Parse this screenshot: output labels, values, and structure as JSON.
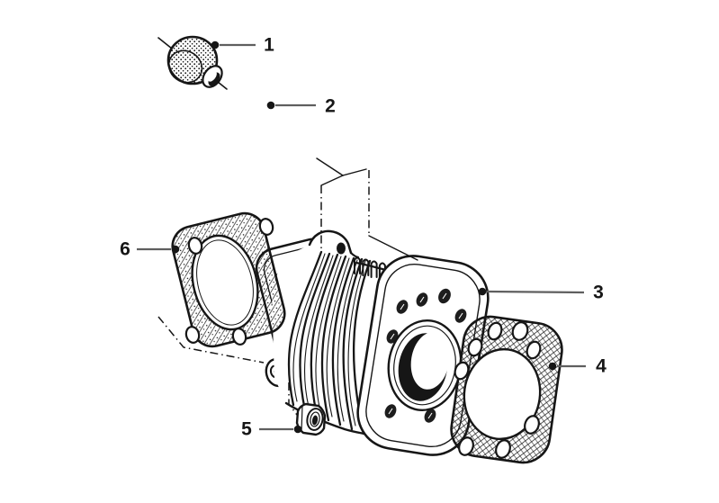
{
  "diagram": {
    "background_color": "#ffffff",
    "ink_color": "#161616",
    "leader_line_color": "#5f5f5f",
    "parts": [
      {
        "number": "1"
      },
      {
        "number": "2"
      },
      {
        "number": "3"
      },
      {
        "number": "4"
      },
      {
        "number": "5"
      },
      {
        "number": "6"
      }
    ]
  }
}
